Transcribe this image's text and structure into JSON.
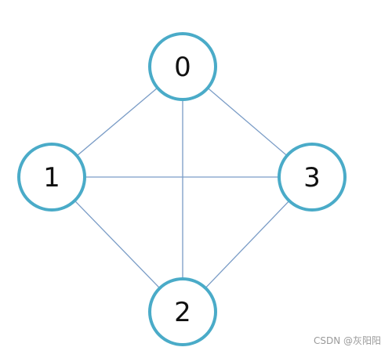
{
  "graph": {
    "nodes": [
      {
        "id": "0",
        "label": "0"
      },
      {
        "id": "1",
        "label": "1"
      },
      {
        "id": "2",
        "label": "2"
      },
      {
        "id": "3",
        "label": "3"
      }
    ],
    "edges": [
      {
        "from": "0",
        "to": "1"
      },
      {
        "from": "0",
        "to": "2"
      },
      {
        "from": "0",
        "to": "3"
      },
      {
        "from": "1",
        "to": "2"
      },
      {
        "from": "1",
        "to": "3"
      },
      {
        "from": "2",
        "to": "3"
      }
    ],
    "colors": {
      "node_stroke": "#4aabc8",
      "edge": "#7a9cc6"
    }
  },
  "watermark": "CSDN @灰阳阳"
}
